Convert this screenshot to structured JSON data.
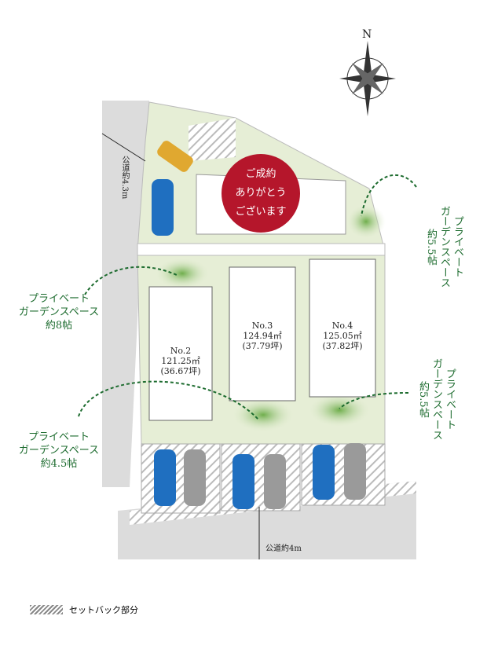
{
  "compass": {
    "label": "N"
  },
  "badge": {
    "lines": [
      "ご成約",
      "ありがとう",
      "ございます"
    ]
  },
  "roads": {
    "west": "公道約4.3m",
    "south": "公道約4m"
  },
  "lots": [
    {
      "name": "No.2",
      "area": "121.25㎡",
      "tsubo": "(36.67坪)"
    },
    {
      "name": "No.3",
      "area": "124.94㎡",
      "tsubo": "(37.79坪)"
    },
    {
      "name": "No.4",
      "area": "125.05㎡",
      "tsubo": "(37.82坪)"
    }
  ],
  "gardens": {
    "left_upper": [
      "プライベート",
      "ガーデンスペース",
      "約8帖"
    ],
    "left_lower": [
      "プライベート",
      "ガーデンスペース",
      "約4.5帖"
    ],
    "right_upper": [
      "プライベート",
      "ガーデンスペース",
      "約5.5帖"
    ],
    "right_lower": [
      "プライベート",
      "ガーデンスペース",
      "約5.5帖"
    ]
  },
  "legend": {
    "label": "セットバック部分"
  },
  "colors": {
    "site": "#e6eed6",
    "garden": "#8cc06a",
    "road": "#dcdcdc",
    "badge": "#b5162b",
    "label": "#1c6b2e",
    "car_blue": "#1f6fc0",
    "car_gray": "#9a9a9a",
    "car_yellow": "#e0a830"
  }
}
